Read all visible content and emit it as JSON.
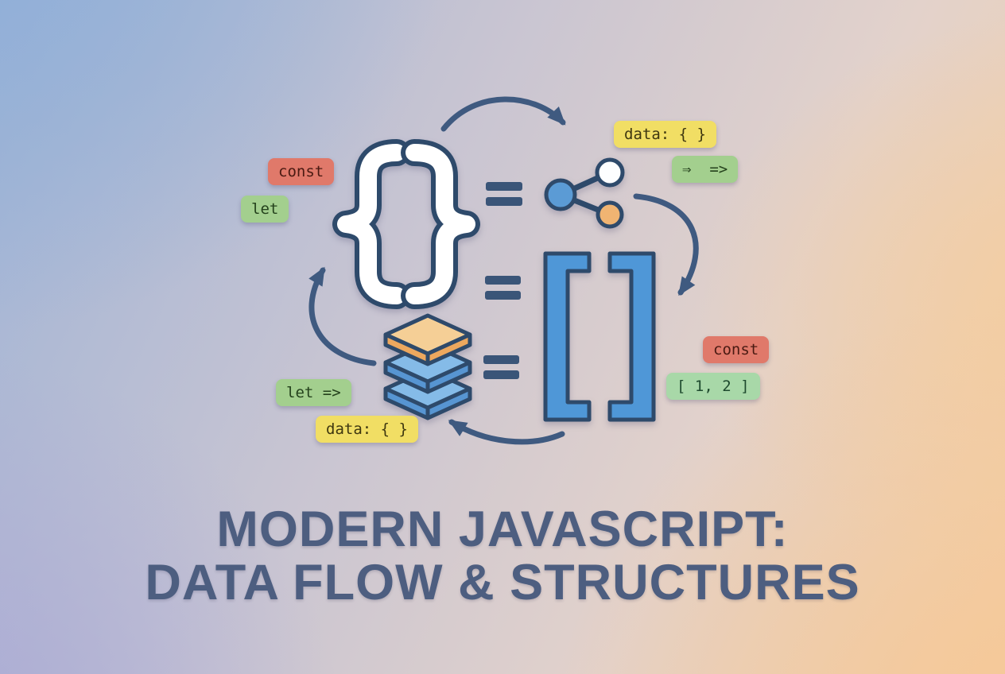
{
  "title": {
    "line1": "MODERN JAVASCRIPT:",
    "line2": "DATA FLOW & STRUCTURES"
  },
  "glyphs": {
    "open_brace": "{",
    "close_brace": "}"
  },
  "badges": {
    "const_left": "const",
    "let_left": "let",
    "data_top": "data: { }",
    "double_arrow": "⇒  =>",
    "const_right": "const",
    "array_values": "[ 1, 2 ]",
    "let_arrow": "let =>",
    "data_bottom": "data: { }"
  },
  "icons": [
    "object-braces-icon",
    "equals-icon",
    "reference-graph-icon",
    "array-brackets-icon",
    "data-stack-icon",
    "curved-arrow-icon"
  ],
  "colors": {
    "bg_top_left": "#8FAFD8",
    "bg_top_right": "#E4D1D1",
    "bg_bottom_left": "#ABAAD5",
    "bg_bottom_right": "#F6C795",
    "outline_navy": "#2E4A6B",
    "arrow_slate": "#3F5A80",
    "equals_bar": "#3A5578",
    "bracket_blue": "#4F97D7",
    "node_blue": "#5B9BD5",
    "node_orange": "#F0B472",
    "stack_top_orange": "#F5CF96",
    "stack_front_orange": "#EDA85E",
    "stack_top_blue": "#85BBE8",
    "stack_front_blue": "#5795D2",
    "badge_red": "#E0796A",
    "badge_green": "#A3CF8E",
    "badge_mint": "#A8D8A8",
    "badge_yellow": "#F1DE64",
    "title_text": "#4D5E80"
  }
}
